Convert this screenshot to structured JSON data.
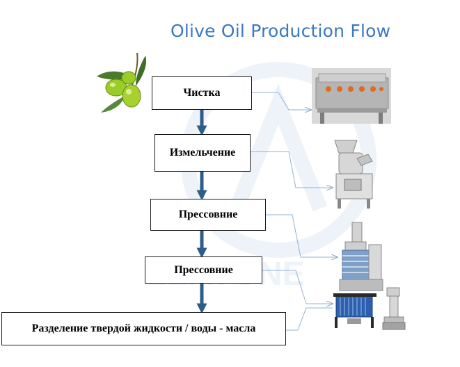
{
  "title": "Olive Oil Production Flow",
  "watermark_text": "LEAYONE",
  "steps": [
    {
      "label": "Чистка"
    },
    {
      "label": "Измельчение"
    },
    {
      "label": "Прессовние"
    },
    {
      "label": "Прессовние"
    },
    {
      "label": "Разделение твердой жидкости / воды - масла"
    }
  ],
  "illustrations": {
    "olives": "olive-branch-icon",
    "washer": "washing-machine-icon",
    "crusher": "crusher-machine-icon",
    "press": "oil-press-machine-icon",
    "filter": "filter-press-icon",
    "centrifuge": "centrifuge-icon"
  },
  "colors": {
    "title": "#3a78c3",
    "main_arrow": "#2f5d8a",
    "connector": "#8fb3d4",
    "watermark": "#eef3f9"
  }
}
